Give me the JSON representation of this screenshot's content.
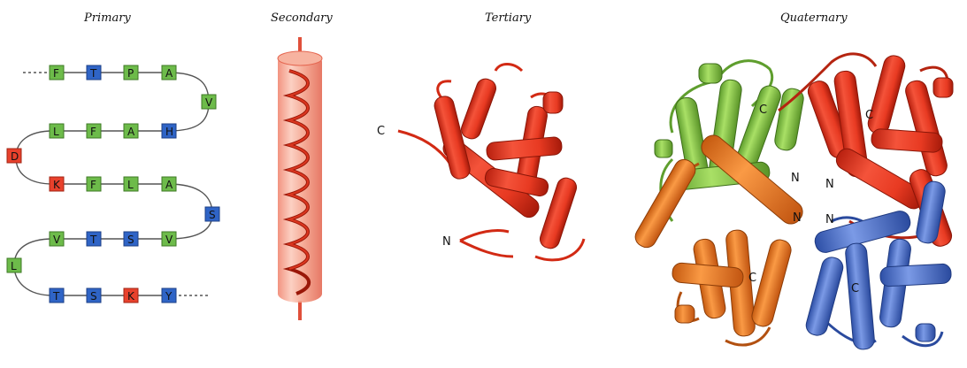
{
  "panels": {
    "primary": {
      "title": "Primary",
      "rows": [
        [
          "F",
          "T",
          "P",
          "A"
        ],
        [
          "L",
          "F",
          "A",
          "H"
        ],
        [
          "K",
          "F",
          "L",
          "A"
        ],
        [
          "V",
          "T",
          "S",
          "V"
        ],
        [
          "T",
          "S",
          "K",
          "Y"
        ]
      ],
      "turn_residues": [
        "V",
        "D",
        "S",
        "L"
      ],
      "colors": {
        "green": "#6dbb4a",
        "blue": "#2f64c6",
        "red": "#e8412c",
        "line": "#555555"
      }
    },
    "secondary": {
      "title": "Secondary"
    },
    "tertiary": {
      "title": "Tertiary",
      "labels": {
        "c_term": "C",
        "n_term": "N"
      }
    },
    "quaternary": {
      "title": "Quaternary",
      "labels": {
        "c": "C",
        "n": "N"
      },
      "subunit_colors": {
        "green": "#8fd14f",
        "red": "#e63b24",
        "orange": "#f17f26",
        "blue": "#4e78d4"
      }
    }
  }
}
